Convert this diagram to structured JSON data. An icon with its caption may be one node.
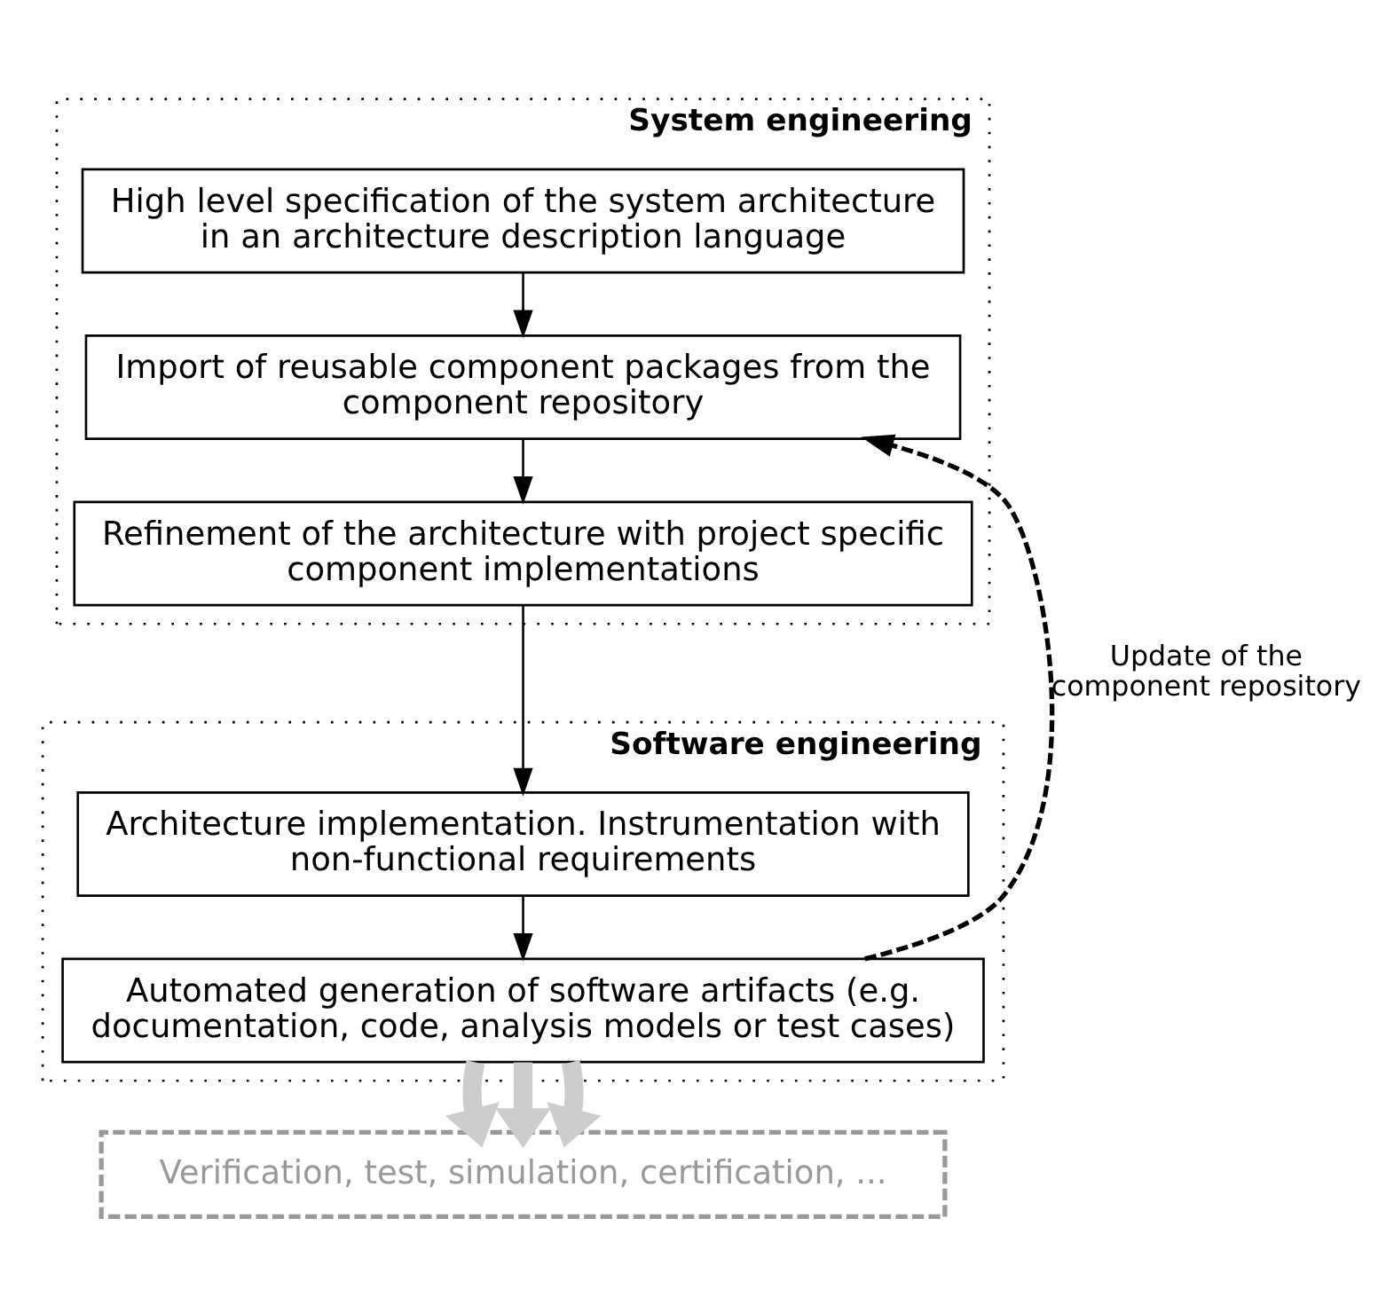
{
  "diagram": {
    "nodes": [
      {
        "text": [
          "System engineering"
        ]
      },
      {
        "text": [
          "High level specification of the system architecture in an architecture description language"
        ],
        "in": 0
      },
      {
        "text": [
          "Import of reusable component packages from the component repository"
        ],
        "in": 0
      },
      {
        "text": [
          "Refinement of the architecture with project specific component implementations"
        ],
        "in": 0
      },
      {
        "text": [
          "Software engineering"
        ]
      },
      {
        "text": [
          "Architecture implementation. Instrumentation with non-functional requirements"
        ],
        "in": 4
      },
      {
        "text": [
          "Automated generation of software artifacts (e.g. documentation, code, analysis models or test cases)"
        ],
        "in": 4
      },
      {
        "text": [
          "Verification, test, simulation, certification, ..."
        ]
      }
    ],
    "edges": [
      {
        "from": 1,
        "to": 2,
        "arrow": "to"
      },
      {
        "from": 2,
        "to": 3,
        "arrow": "to"
      },
      {
        "from": 3,
        "to": 5,
        "arrow": "to"
      },
      {
        "from": 5,
        "to": 6,
        "arrow": "to"
      },
      {
        "from": 6,
        "to": 7,
        "arrow": "to",
        "style": "thick",
        "color": "#cccccc"
      },
      {
        "from": 6,
        "to": 7,
        "arrow": "to",
        "style": "thick",
        "color": "#cccccc"
      },
      {
        "from": 6,
        "to": 7,
        "arrow": "to",
        "style": "thick",
        "color": "#cccccc"
      },
      {
        "from": 6,
        "to": 2,
        "arrow": "to",
        "style": "dashed",
        "label": "Update of the component repository"
      }
    ]
  }
}
